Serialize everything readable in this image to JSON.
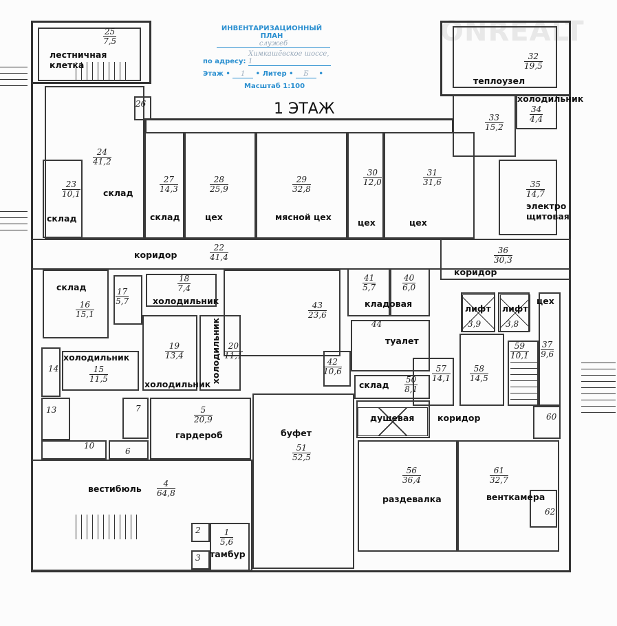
{
  "stamp": {
    "title_line1": "ИНВЕНТАРИЗАЦИОННЫЙ",
    "title_line2": "ПЛАН",
    "purpose": "служеб",
    "address_label": "по адресу:",
    "address_value": "Химкашёвское шоссе, 1",
    "floor_label": "Этаж",
    "floor_value": "1",
    "liter_label": "Литер",
    "liter_value": "Б",
    "scale": "Масштаб 1:100"
  },
  "floor_title": "1 ЭТАЖ",
  "watermark": "ONREALT",
  "rooms": [
    {
      "no": "25",
      "area": "7,5",
      "name": "лестничная клетка"
    },
    {
      "no": "26",
      "area": "",
      "name": ""
    },
    {
      "no": "24",
      "area": "41,2",
      "name": "склад"
    },
    {
      "no": "23",
      "area": "10,1",
      "name": "склад"
    },
    {
      "no": "27",
      "area": "14,3",
      "name": "склад"
    },
    {
      "no": "28",
      "area": "25,9",
      "name": "цех"
    },
    {
      "no": "29",
      "area": "32,8",
      "name": "мясной цех"
    },
    {
      "no": "30",
      "area": "12,0",
      "name": "цех"
    },
    {
      "no": "31",
      "area": "31,6",
      "name": "цех"
    },
    {
      "no": "32",
      "area": "19,5",
      "name": "теплоузел"
    },
    {
      "no": "33",
      "area": "15,2",
      "name": ""
    },
    {
      "no": "34",
      "area": "4,4",
      "name": "холодильник"
    },
    {
      "no": "35",
      "area": "14,7",
      "name": "электро щитовая"
    },
    {
      "no": "22",
      "area": "41,4",
      "name": "коридор"
    },
    {
      "no": "36",
      "area": "30,3",
      "name": "коридор"
    },
    {
      "no": "16",
      "area": "15,1",
      "name": "склад"
    },
    {
      "no": "17",
      "area": "5,7",
      "name": ""
    },
    {
      "no": "18",
      "area": "7,4",
      "name": "холодильник"
    },
    {
      "no": "43",
      "area": "23,6",
      "name": ""
    },
    {
      "no": "41",
      "area": "5,7",
      "name": "кладовая"
    },
    {
      "no": "40",
      "area": "6,0",
      "name": ""
    },
    {
      "no": "19",
      "area": "13,4",
      "name": "холодильник"
    },
    {
      "no": "20",
      "area": "11,1",
      "name": "холодильник"
    },
    {
      "no": "15",
      "area": "11,5",
      "name": "холодильник"
    },
    {
      "no": "14",
      "area": "",
      "name": ""
    },
    {
      "no": "42",
      "area": "10,6",
      "name": ""
    },
    {
      "no": "44",
      "area": "",
      "name": "туалет"
    },
    {
      "no": "50",
      "area": "8,1",
      "name": "склад"
    },
    {
      "no": "57",
      "area": "14,1",
      "name": ""
    },
    {
      "no": "58",
      "area": "14,5",
      "name": ""
    },
    {
      "no": "59",
      "area": "10,1",
      "name": ""
    },
    {
      "no": "37",
      "area": "9,6",
      "name": "цех"
    },
    {
      "no": "",
      "area": "3,9",
      "name": "лифт"
    },
    {
      "no": "",
      "area": "3,8",
      "name": "лифт"
    },
    {
      "no": "60",
      "area": "",
      "name": "коридор"
    },
    {
      "no": "",
      "area": "",
      "name": "душевая"
    },
    {
      "no": "5",
      "area": "20,9",
      "name": "гардероб"
    },
    {
      "no": "13",
      "area": "",
      "name": ""
    },
    {
      "no": "10",
      "area": "",
      "name": ""
    },
    {
      "no": "6",
      "area": "",
      "name": ""
    },
    {
      "no": "7",
      "area": "",
      "name": ""
    },
    {
      "no": "51",
      "area": "52,5",
      "name": "буфет"
    },
    {
      "no": "4",
      "area": "64,8",
      "name": "вестибюль"
    },
    {
      "no": "1",
      "area": "5,6",
      "name": "тамбур"
    },
    {
      "no": "2",
      "area": "",
      "name": ""
    },
    {
      "no": "3",
      "area": "",
      "name": ""
    },
    {
      "no": "56",
      "area": "36,4",
      "name": "раздевалка"
    },
    {
      "no": "61",
      "area": "32,7",
      "name": "венткамера"
    },
    {
      "no": "62",
      "area": "",
      "name": ""
    }
  ]
}
